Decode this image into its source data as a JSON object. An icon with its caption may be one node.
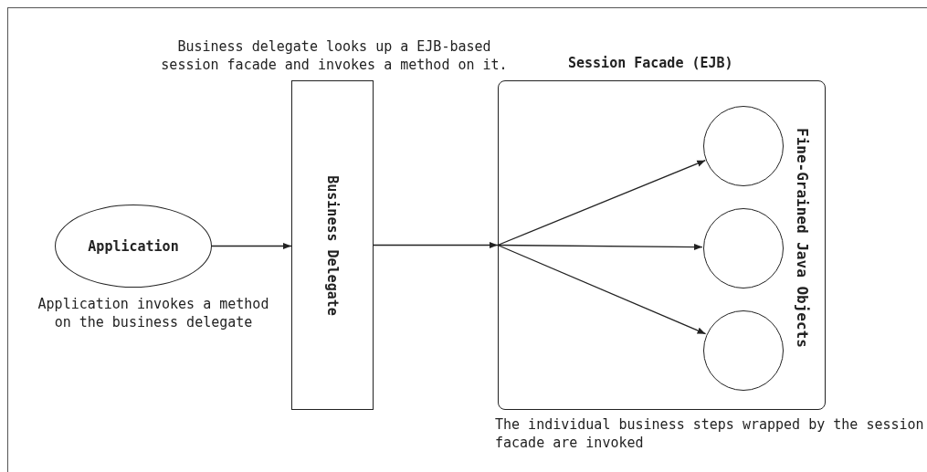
{
  "diagram": {
    "nodes": [
      {
        "text": [
          "Application"
        ],
        "beside": [
          "Application invokes a method on the business delegate"
        ]
      },
      {
        "text": [
          "Business Delegate"
        ],
        "beside": [
          "Business delegate looks up a EJB-based session facade and invokes a method on it."
        ]
      },
      {
        "text": [
          "Session Facade (EJB)"
        ],
        "beside": [
          "The individual business steps wrapped by the session facade are invoked"
        ]
      },
      {
        "text": [],
        "shape": "circle",
        "in": 2
      },
      {
        "text": [],
        "shape": "circle",
        "in": 2
      },
      {
        "text": [],
        "shape": "circle",
        "in": 2
      }
    ],
    "edges": [
      {
        "from": 0,
        "to": 1,
        "arrow": "to"
      },
      {
        "from": 1,
        "to": 2,
        "arrow": "to"
      },
      {
        "from": 2,
        "to": 3,
        "arrow": "to"
      },
      {
        "from": 2,
        "to": 4,
        "arrow": "to"
      },
      {
        "from": 2,
        "to": 5,
        "arrow": "to"
      }
    ],
    "labels": [
      "Fine-Grained Java Objects"
    ]
  }
}
